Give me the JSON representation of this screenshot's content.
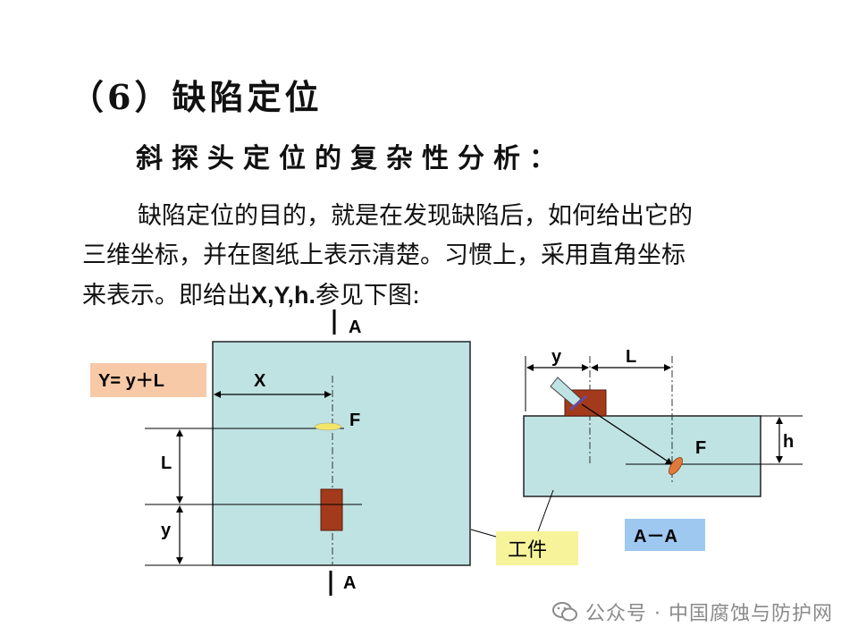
{
  "title": "（6）缺陷定位",
  "subtitle": "斜探头定位的复杂性分析：",
  "paragraph": {
    "line1": "缺陷定位的目的，就是在发现缺陷后，如何给出它的",
    "line2": "三维坐标，并在图纸上表示清楚。习惯上，采用直角坐标",
    "line3_pre": "来表示。即给出",
    "line3_bold": "X,Y,h.",
    "line3_post": "参见下图:"
  },
  "diagram": {
    "label_A_top": "A",
    "label_A_bottom": "A",
    "label_X": "X",
    "label_F_left": "F",
    "label_L_left": "L",
    "label_y_left": "y",
    "formula": "Y= y＋L",
    "label_y_right": "y",
    "label_L_right": "L",
    "label_h": "h",
    "label_F_right": "F",
    "section_label": "A－A",
    "workpiece_label": "工件"
  },
  "colors": {
    "plate": "#bfe3e3",
    "probe": "#a33a1c",
    "defect_yellow": "#f2e66b",
    "defect_orange": "#e07a3a",
    "formula_bg": "#f7c9a6",
    "section_bg": "#9ec8f0",
    "workpiece_bg": "#f6f39a"
  },
  "watermark": "公众号 · 中国腐蚀与防护网"
}
